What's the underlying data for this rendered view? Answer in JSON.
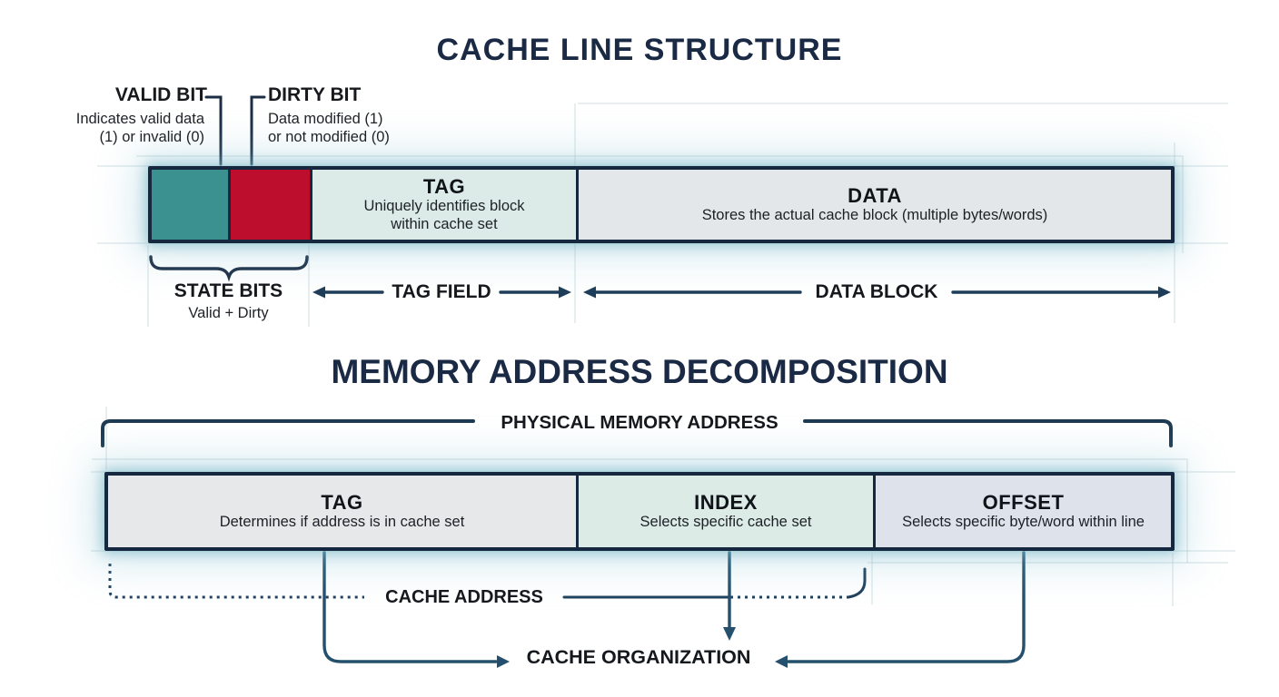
{
  "colors": {
    "navy_border": "#16283f",
    "navy_title": "#1b2a44",
    "connector_line": "#1d3c58",
    "valid_bit_fill": "#3a9190",
    "dirty_bit_fill": "#bd0e2e",
    "tag_cell_bg": "#dcebe7",
    "data_cell_bg": "#e4e7ea",
    "addr_tag_bg": "#e6e8ea",
    "addr_index_bg": "#dcebe6",
    "addr_offset_bg": "#dde2eb"
  },
  "cache_line_section": {
    "title": "CACHE LINE STRUCTURE",
    "valid_bit": {
      "label": "VALID BIT",
      "desc_line1": "Indicates valid data",
      "desc_line2": "(1) or invalid (0)"
    },
    "dirty_bit": {
      "label": "DIRTY BIT",
      "desc_line1": "Data modified (1)",
      "desc_line2": "or not modified (0)"
    },
    "tag_cell": {
      "label": "TAG",
      "desc_line1": "Uniquely identifies block",
      "desc_line2": "within cache set"
    },
    "data_cell": {
      "label": "DATA",
      "desc": "Stores the actual cache block (multiple bytes/words)"
    },
    "state_bits": {
      "label": "STATE BITS",
      "desc": "Valid + Dirty"
    },
    "tag_field_label": "TAG FIELD",
    "data_block_label": "DATA BLOCK"
  },
  "memory_address_section": {
    "title": "MEMORY ADDRESS DECOMPOSITION",
    "physical_memory_address_label": "PHYSICAL MEMORY ADDRESS",
    "fields": [
      {
        "label": "TAG",
        "desc": "Determines if address is in cache set"
      },
      {
        "label": "INDEX",
        "desc": "Selects specific cache set"
      },
      {
        "label": "OFFSET",
        "desc": "Selects specific byte/word within line"
      }
    ],
    "cache_address_label": "CACHE ADDRESS",
    "cache_organization_label": "CACHE ORGANIZATION"
  }
}
